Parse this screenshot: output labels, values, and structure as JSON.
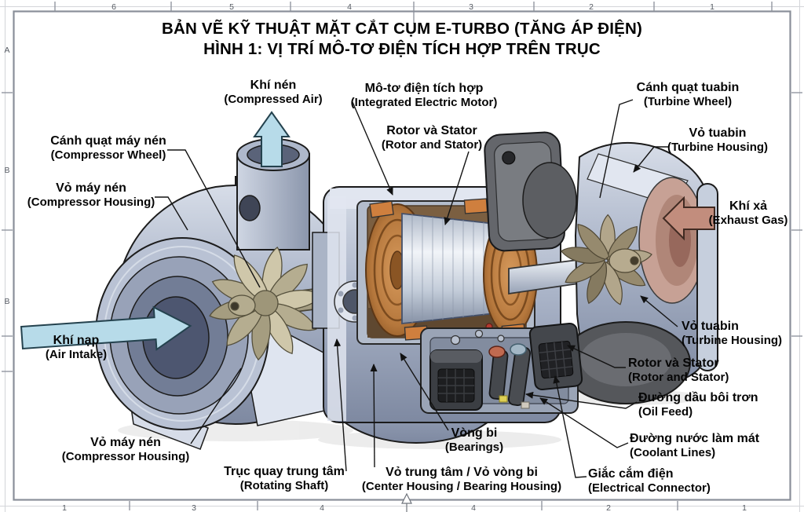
{
  "title": {
    "line1": "BẢN VẼ KỸ THUẬT MẶT CẮT CỤM E-TURBO (TĂNG ÁP ĐIỆN)",
    "line2": "HÌNH 1: VỊ TRÍ MÔ-TƠ ĐIỆN TÍCH HỢP TRÊN TRỤC"
  },
  "frame": {
    "top_numbers": [
      "6",
      "5",
      "4",
      "3",
      "2",
      "1"
    ],
    "bottom_numbers": [
      "1",
      "3",
      "4",
      "4",
      "2",
      "1"
    ],
    "left_letters": [
      "A",
      "B",
      "B"
    ]
  },
  "labels": {
    "compressed_air": {
      "vi": "Khí nén",
      "en": "(Compressed Air)"
    },
    "compressor_wheel": {
      "vi": "Cánh quạt máy nén",
      "en": "(Compressor Wheel)"
    },
    "compressor_housing_upper": {
      "vi": "Vỏ máy nén",
      "en": "(Compressor Housing)"
    },
    "integrated_motor": {
      "vi": "Mô-tơ điện tích hợp",
      "en": "(Integrated Electric Motor)"
    },
    "rotor_stator_upper": {
      "vi": "Rotor và Stator",
      "en": "(Rotor and Stator)"
    },
    "turbine_wheel": {
      "vi": "Cánh quạt tuabin",
      "en": "(Turbine Wheel)"
    },
    "turbine_housing_upper": {
      "vi": "Vỏ tuabin",
      "en": "(Turbine Housing)"
    },
    "exhaust_gas": {
      "vi": "Khí xả",
      "en": "(Exhaust Gas)"
    },
    "air_intake": {
      "vi": "Khí nạp",
      "en": "(Air Intake)"
    },
    "compressor_housing_lower": {
      "vi": "Vỏ máy nén",
      "en": "(Compressor Housing)"
    },
    "rotating_shaft": {
      "vi": "Trục quay trung tâm",
      "en": "(Rotating Shaft)"
    },
    "center_housing": {
      "vi": "Vỏ trung tâm / Vỏ vòng bi",
      "en": "(Center Housing / Bearing Housing)"
    },
    "bearings": {
      "vi": "Vòng bi",
      "en": "(Bearings)"
    },
    "turbine_housing_lower": {
      "vi": "Vỏ tuabin",
      "en": "(Turbine Housing)"
    },
    "rotor_stator_lower": {
      "vi": "Rotor và Stator",
      "en": "(Rotor and Stator)"
    },
    "oil_feed": {
      "vi": "Đường dầu bôi trơn",
      "en": "(Oil Feed)"
    },
    "coolant_lines": {
      "vi": "Đường nước làm mát",
      "en": "(Coolant Lines)"
    },
    "electrical_connector": {
      "vi": "Giắc cắm điện",
      "en": "(Electrical Connector)"
    }
  },
  "flow_arrows": {
    "compressed_air_direction": "up",
    "air_intake_direction": "right",
    "exhaust_gas_direction": "left"
  },
  "colors": {
    "intake_arrow": "#b7dbe9",
    "compressed_air_arrow": "#b7dbe9",
    "exhaust_arrow": "#c28d7d",
    "copper_winding": "#b5773c",
    "housing_metal": "#aab4c8",
    "turbine_bronze": "#a3967c",
    "frame_grey": "#8a8f99"
  }
}
